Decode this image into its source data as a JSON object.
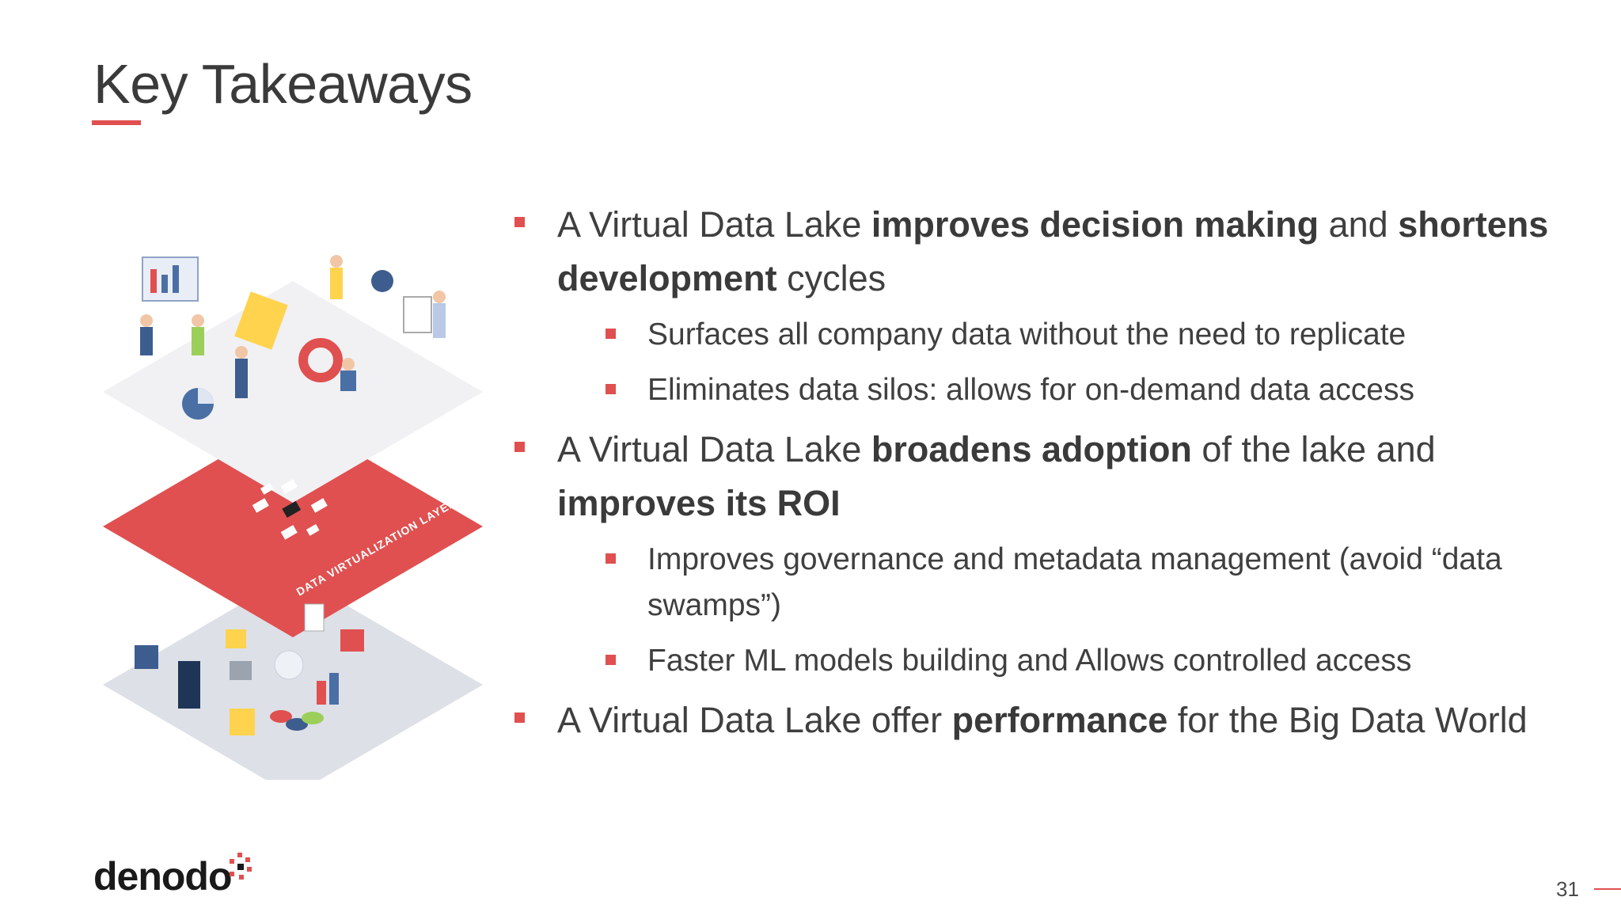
{
  "slide": {
    "title": "Key Takeaways",
    "page_number": "31",
    "logo_text": "denodo"
  },
  "illustration": {
    "layer_label": "DATA VIRTUALIZATION LAYER",
    "colors": {
      "accent": "#e05050",
      "platform": "#dde0e6",
      "top": "#f1f1f3"
    }
  },
  "bullets": [
    {
      "level": 1,
      "parts": [
        {
          "text": "A Virtual Data Lake ",
          "bold": false
        },
        {
          "text": "improves decision making",
          "bold": true
        },
        {
          "text": " and ",
          "bold": false
        },
        {
          "text": "shortens development",
          "bold": true
        },
        {
          "text": " cycles",
          "bold": false
        }
      ]
    },
    {
      "level": 2,
      "text": "Surfaces all company data without the need to replicate"
    },
    {
      "level": 2,
      "text": "Eliminates data silos: allows for on-demand data access"
    },
    {
      "level": 1,
      "parts": [
        {
          "text": "A Virtual Data Lake ",
          "bold": false
        },
        {
          "text": "broadens adoption",
          "bold": true
        },
        {
          "text": " of the lake and ",
          "bold": false
        },
        {
          "text": "improves its ROI",
          "bold": true
        }
      ]
    },
    {
      "level": 2,
      "text": "Improves governance and metadata management (avoid “data swamps”)"
    },
    {
      "level": 2,
      "text": "Faster ML models building and Allows controlled access"
    },
    {
      "level": 1,
      "parts": [
        {
          "text": "A Virtual Data Lake offer ",
          "bold": false
        },
        {
          "text": "performance",
          "bold": true
        },
        {
          "text": " for the Big Data World",
          "bold": false
        }
      ]
    }
  ]
}
